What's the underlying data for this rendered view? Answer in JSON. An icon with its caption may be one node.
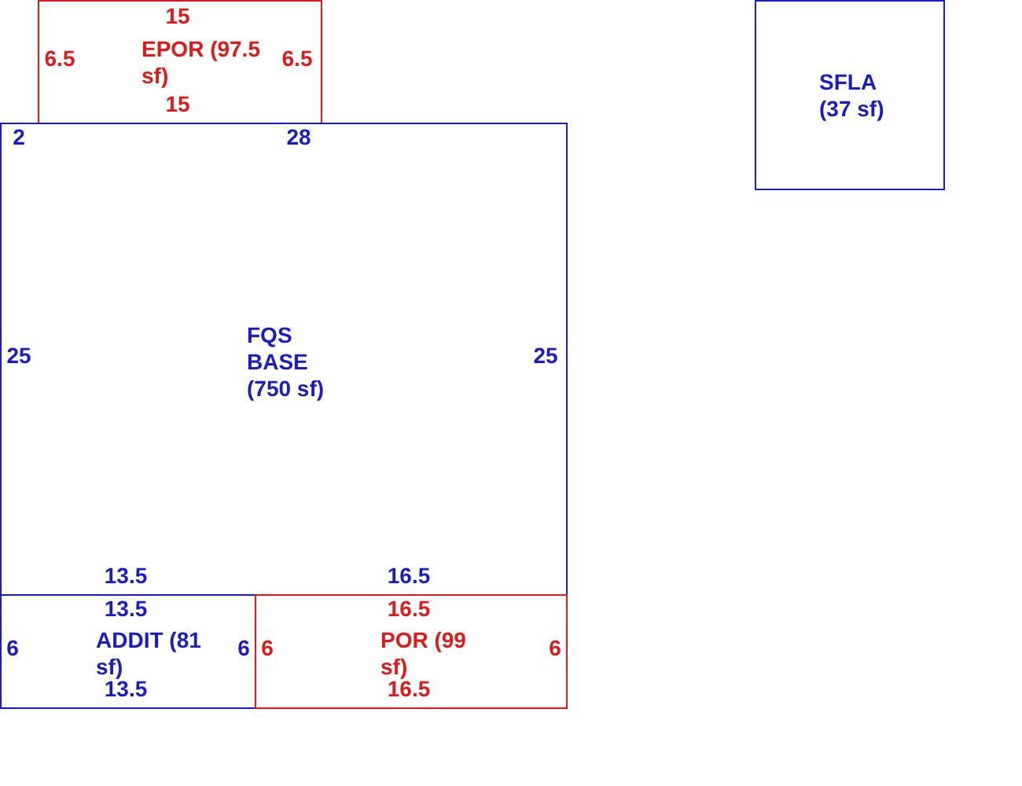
{
  "diagram": {
    "nodes": [
      {
        "text": [
          "EPOR (97.5 sf)"
        ]
      },
      {
        "text": [
          "FQS BASE (750 sf)"
        ]
      },
      {
        "text": [
          "ADDIT (81 sf)"
        ]
      },
      {
        "text": [
          "POR (99 sf)"
        ]
      },
      {
        "text": [
          "SFLA (37 sf)"
        ]
      }
    ],
    "labels": [
      "15",
      "6.5",
      "6.5",
      "15",
      "2",
      "28",
      "25",
      "25",
      "13.5",
      "16.5",
      "13.5",
      "16.5",
      "6",
      "6",
      "6",
      "6",
      "13.5",
      "16.5"
    ]
  }
}
